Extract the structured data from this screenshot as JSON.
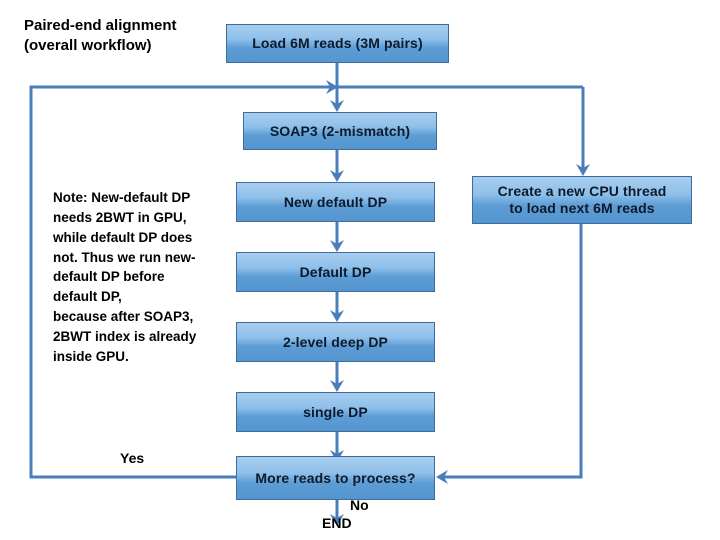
{
  "diagram": {
    "title": "Paired-end alignment\n(overall workflow)",
    "note": "Note: New-default DP\nneeds 2BWT in GPU,\nwhile default DP does\nnot. Thus we run new-\ndefault DP before\ndefault DP,\nbecause after SOAP3,\n2BWT index is already\ninside GPU.",
    "nodes": {
      "load": "Load 6M reads  (3M pairs)",
      "soap3": "SOAP3 (2-mismatch)",
      "new_default_dp": "New default DP",
      "default_dp": "Default DP",
      "two_level_deep_dp": "2-level deep DP",
      "single_dp": "single DP",
      "decision": "More reads to process?",
      "cpu_thread": "Create a new CPU thread\nto load next 6M reads"
    },
    "edge_labels": {
      "yes": "Yes",
      "no": "No",
      "end": "END"
    },
    "colors": {
      "box_border": "#3c6d9e",
      "box_fill_top": "#a8cdee",
      "box_fill_bottom": "#5596d0",
      "connector": "#4a7ebb",
      "text": "#000000",
      "background": "#ffffff"
    }
  }
}
